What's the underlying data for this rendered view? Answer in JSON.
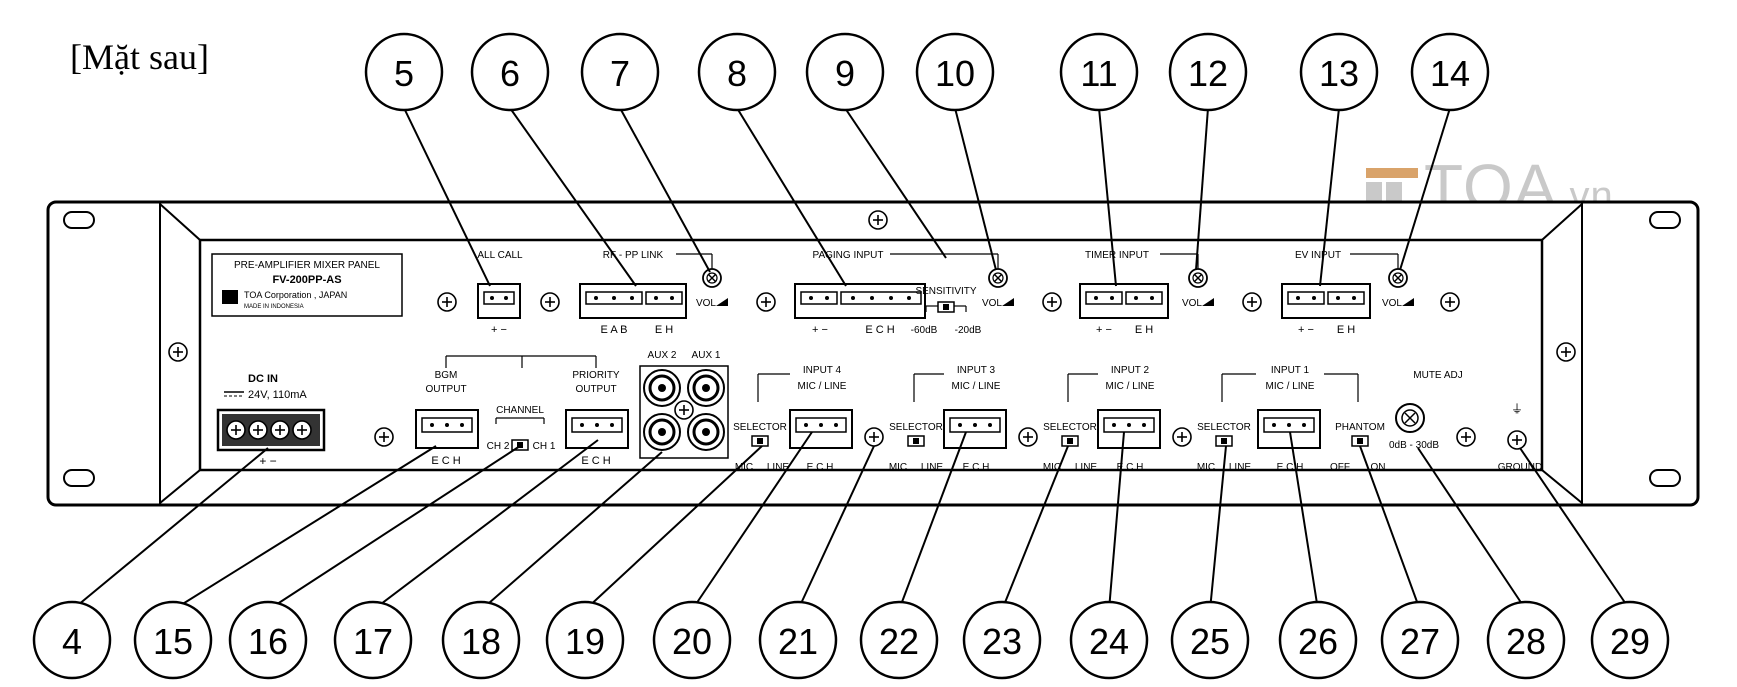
{
  "heading": "[Mặt sau]",
  "watermark": {
    "brand": "TOA",
    "tld": ".vn"
  },
  "label_plate": {
    "line1": "PRE-AMPLIFIER MIXER PANEL",
    "line2": "FV-200PP-AS",
    "line3": "TOA Corporation , JAPAN",
    "line4": "MADE IN INDONESIA"
  },
  "panel_text": {
    "all_call": "ALL CALL",
    "rf_pp_link": "RF - PP LINK",
    "paging_input": "PAGING INPUT",
    "sensitivity": "SENSITIVITY",
    "db60": "-60dB",
    "db20": "-20dB",
    "timer_input": "TIMER INPUT",
    "ev_input": "EV INPUT",
    "vol": "VOL",
    "pm": "+ −",
    "eab": "E A B",
    "eh": "E H",
    "ech": "E C H",
    "dc_in": "DC IN",
    "dc_rating": "24V, 110mA",
    "bgm_output_1": "BGM",
    "bgm_output_2": "OUTPUT",
    "channel": "CHANNEL",
    "ch2": "CH 2",
    "ch1": "CH 1",
    "priority_output_1": "PRIORITY",
    "priority_output_2": "OUTPUT",
    "aux2": "AUX 2",
    "aux1": "AUX 1",
    "input4": "INPUT 4",
    "input3": "INPUT 3",
    "input2": "INPUT 2",
    "input1": "INPUT 1",
    "mic_line": "MIC / LINE",
    "selector": "SELECTOR",
    "mic": "MIC",
    "line": "LINE",
    "mute_adj": "MUTE ADJ",
    "phantom": "PHANTOM",
    "off": "OFF",
    "on": "ON",
    "db_range": "0dB - 30dB",
    "ground": "GROUND"
  },
  "callouts_top": [
    "5",
    "6",
    "7",
    "8",
    "9",
    "10",
    "11",
    "12",
    "13",
    "14"
  ],
  "callouts_bottom": [
    "4",
    "15",
    "16",
    "17",
    "18",
    "19",
    "20",
    "21",
    "22",
    "23",
    "24",
    "25",
    "26",
    "27",
    "28",
    "29"
  ]
}
